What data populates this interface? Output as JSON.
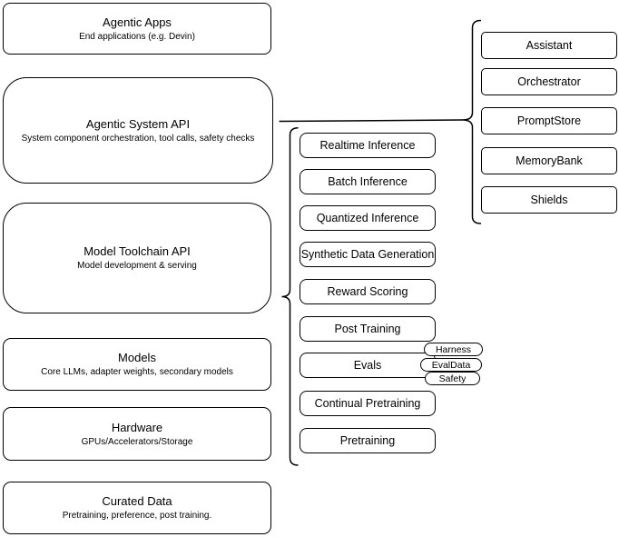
{
  "diagram": {
    "left_stack": {
      "boxes": [
        {
          "title": "Agentic Apps",
          "subtitle": "End applications (e.g. Devin)"
        },
        {
          "title": "Agentic System API",
          "subtitle": "System component orchestration, tool calls, safety checks"
        },
        {
          "title": "Model Toolchain API",
          "subtitle": "Model development & serving"
        },
        {
          "title": "Models",
          "subtitle": "Core LLMs, adapter weights, secondary models"
        },
        {
          "title": "Hardware",
          "subtitle": "GPUs/Accelerators/Storage"
        },
        {
          "title": "Curated Data",
          "subtitle": "Pretraining, preference, post training."
        }
      ]
    },
    "toolchain_group": {
      "items": [
        "Realtime Inference",
        "Batch Inference",
        "Quantized Inference",
        "Synthetic Data Generation",
        "Reward Scoring",
        "Post Training",
        "Evals",
        "Continual Pretraining",
        "Pretraining"
      ]
    },
    "system_components_group": {
      "items": [
        "Assistant",
        "Orchestrator",
        "PromptStore",
        "MemoryBank",
        "Shields"
      ]
    },
    "eval_badges": [
      "Harness",
      "EvalData",
      "Safety"
    ],
    "colors": {
      "stroke": "#000000",
      "fill": "#ffffff",
      "text": "#000000",
      "background": "#ffffff"
    }
  }
}
